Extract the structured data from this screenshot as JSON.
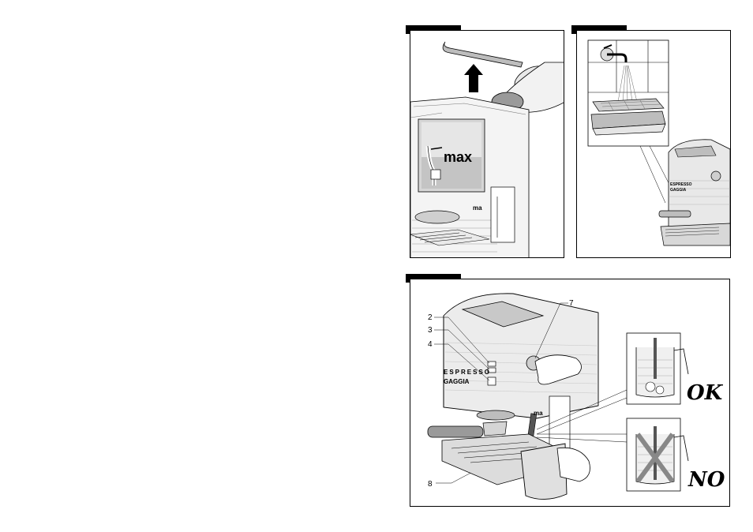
{
  "panel_top_left": {
    "label_max": "max",
    "label_ma": "ma"
  },
  "panel_top_right": {
    "brand_line1": "ESPRESSO",
    "brand_line2": "GAGGIA"
  },
  "panel_bottom": {
    "brand_line1": "ESPRESSO",
    "brand_line2": "GAGGIA",
    "label_ma": "ma",
    "callouts": [
      "2",
      "3",
      "4",
      "7",
      "8"
    ],
    "ok_label": "OK",
    "no_label": "NO"
  }
}
